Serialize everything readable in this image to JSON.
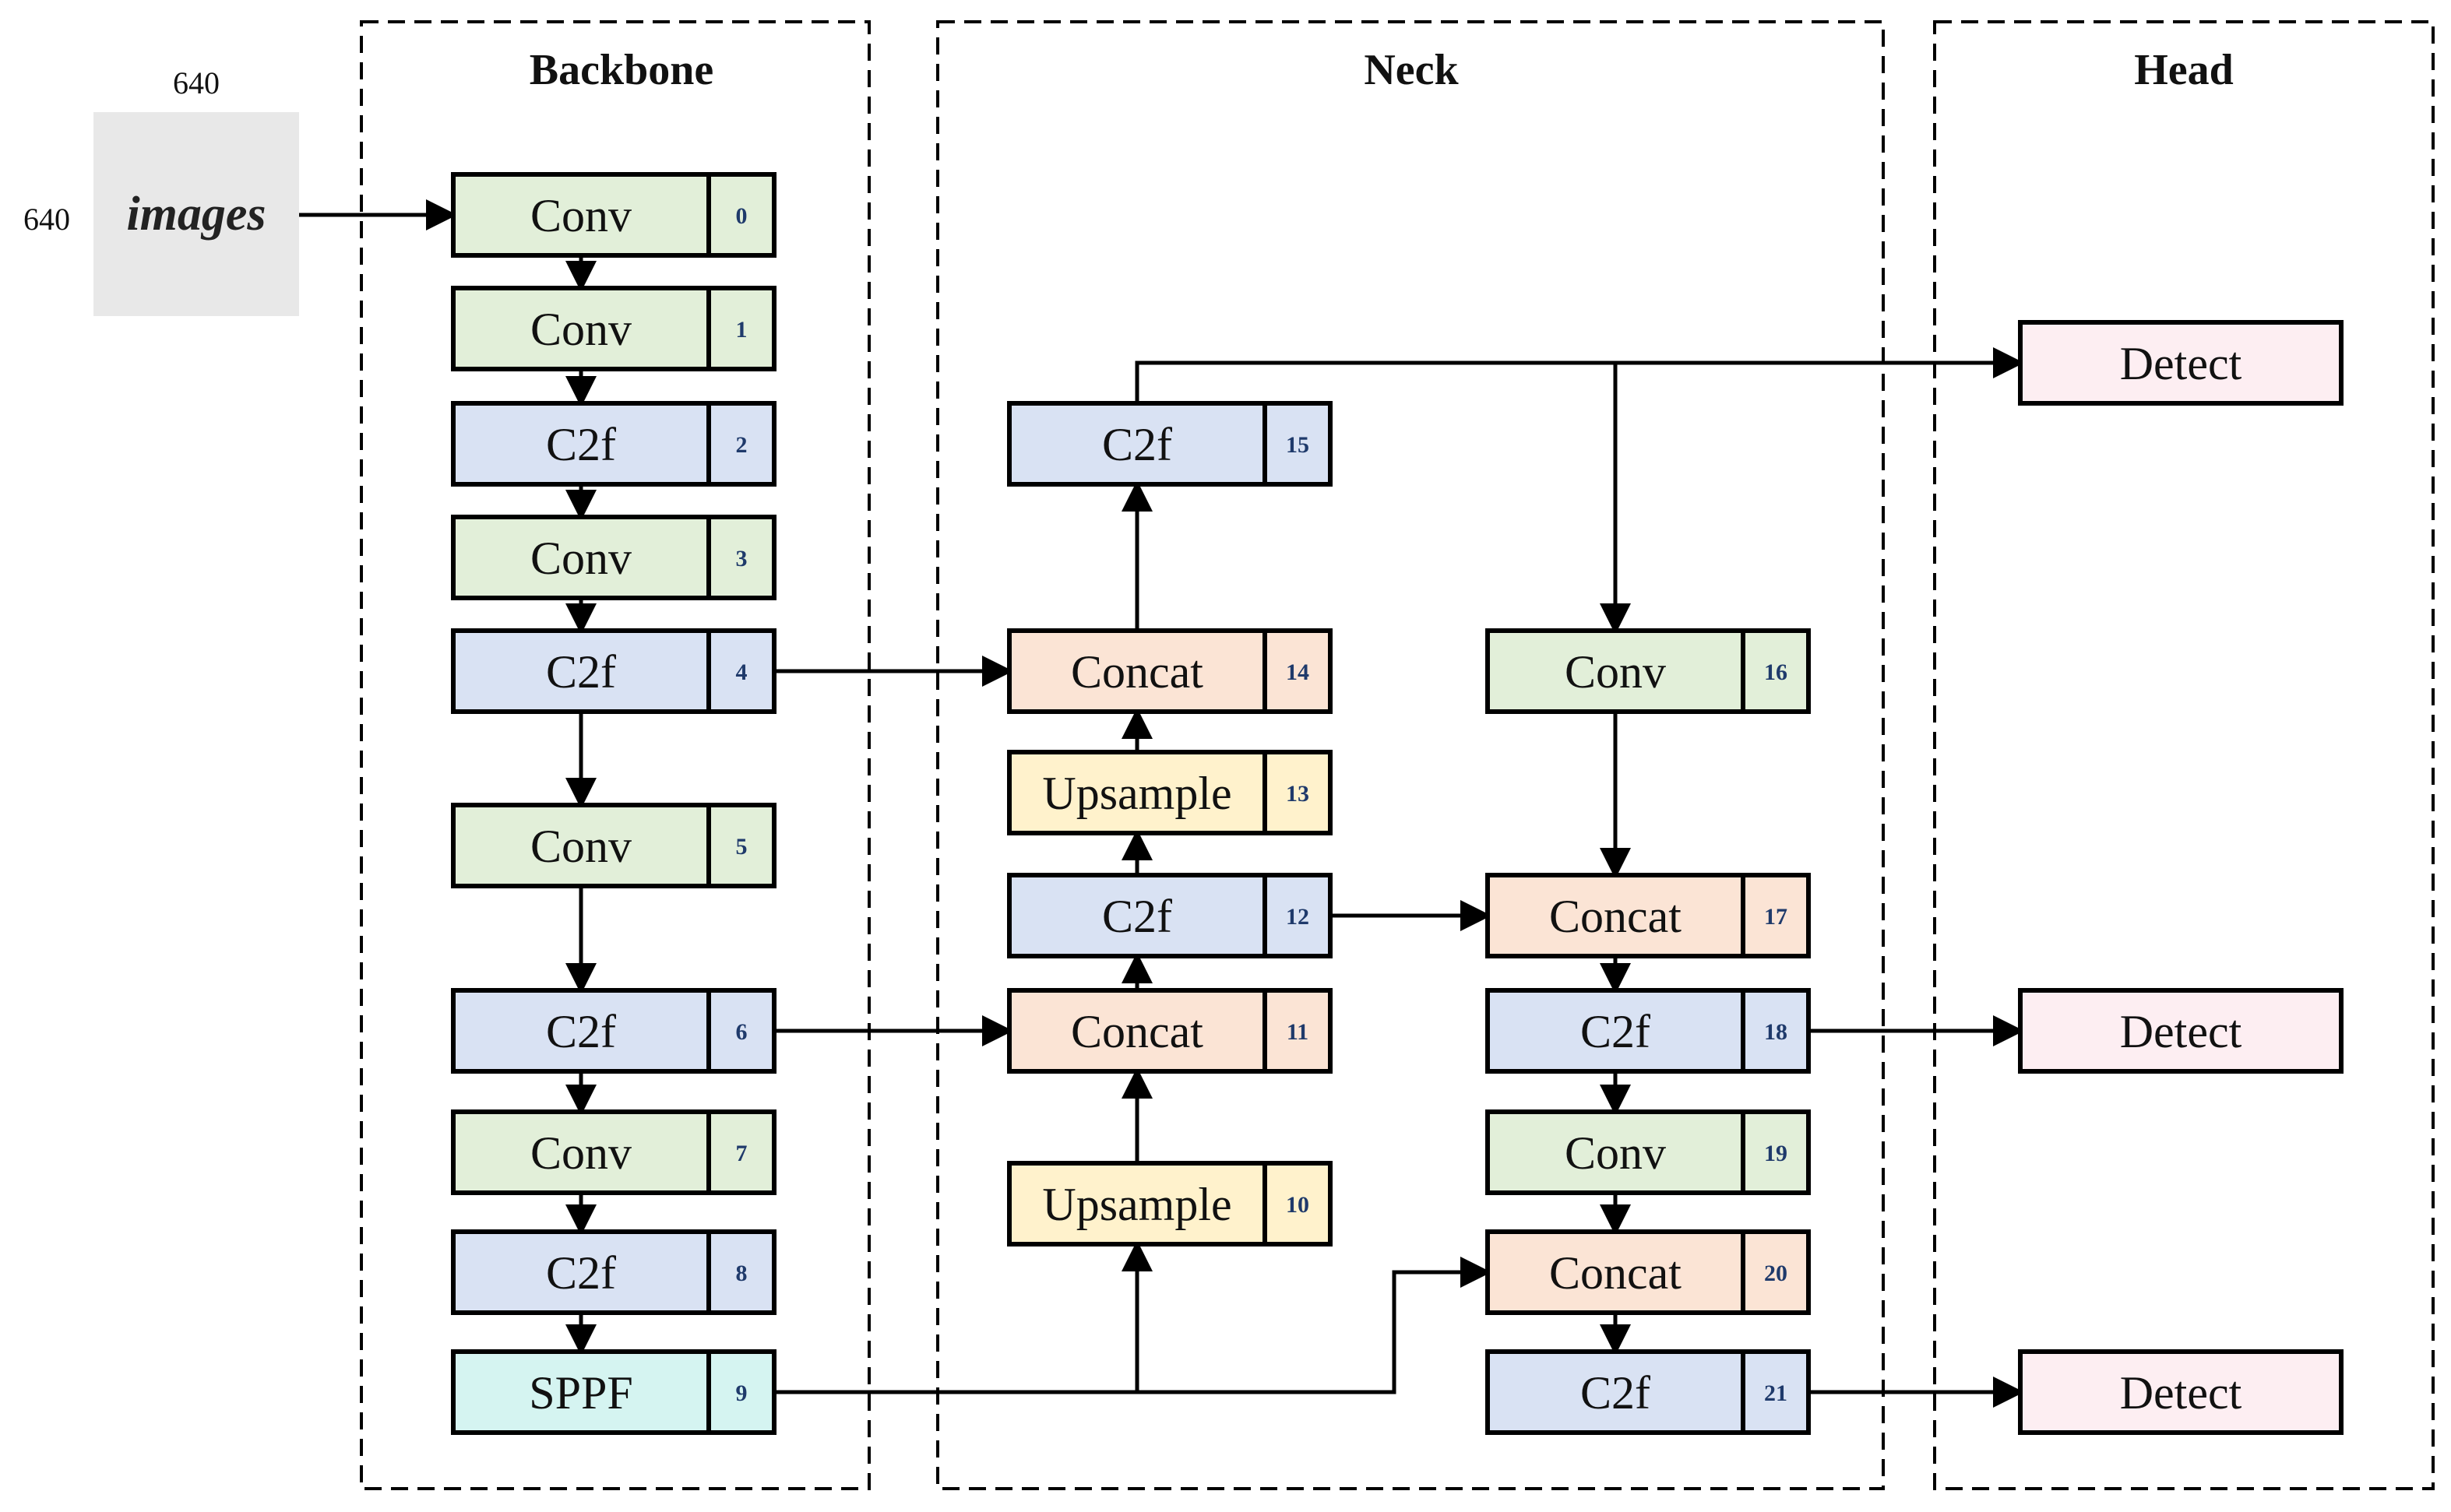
{
  "sections": {
    "backbone": "Backbone",
    "neck": "Neck",
    "head": "Head"
  },
  "input": {
    "label": "images",
    "width": "640",
    "height": "640"
  },
  "colors": {
    "conv": "#e2efd9",
    "c2f": "#d9e2f3",
    "concat": "#fbe4d5",
    "upsample": "#fff2cc",
    "sppf": "#d5f4f1",
    "detect": "#fdeef2",
    "input_bg": "#e8e8e8",
    "stroke": "#000000",
    "index_text": "#1f3a6b"
  },
  "blocks": [
    {
      "id": "b0",
      "label": "Conv",
      "index": "0",
      "type": "conv"
    },
    {
      "id": "b1",
      "label": "Conv",
      "index": "1",
      "type": "conv"
    },
    {
      "id": "b2",
      "label": "C2f",
      "index": "2",
      "type": "c2f"
    },
    {
      "id": "b3",
      "label": "Conv",
      "index": "3",
      "type": "conv"
    },
    {
      "id": "b4",
      "label": "C2f",
      "index": "4",
      "type": "c2f"
    },
    {
      "id": "b5",
      "label": "Conv",
      "index": "5",
      "type": "conv"
    },
    {
      "id": "b6",
      "label": "C2f",
      "index": "6",
      "type": "c2f"
    },
    {
      "id": "b7",
      "label": "Conv",
      "index": "7",
      "type": "conv"
    },
    {
      "id": "b8",
      "label": "C2f",
      "index": "8",
      "type": "c2f"
    },
    {
      "id": "b9",
      "label": "SPPF",
      "index": "9",
      "type": "sppf"
    },
    {
      "id": "b10",
      "label": "Upsample",
      "index": "10",
      "type": "upsample"
    },
    {
      "id": "b11",
      "label": "Concat",
      "index": "11",
      "type": "concat"
    },
    {
      "id": "b12",
      "label": "C2f",
      "index": "12",
      "type": "c2f"
    },
    {
      "id": "b13",
      "label": "Upsample",
      "index": "13",
      "type": "upsample"
    },
    {
      "id": "b14",
      "label": "Concat",
      "index": "14",
      "type": "concat"
    },
    {
      "id": "b15",
      "label": "C2f",
      "index": "15",
      "type": "c2f"
    },
    {
      "id": "b16",
      "label": "Conv",
      "index": "16",
      "type": "conv"
    },
    {
      "id": "b17",
      "label": "Concat",
      "index": "17",
      "type": "concat"
    },
    {
      "id": "b18",
      "label": "C2f",
      "index": "18",
      "type": "c2f"
    },
    {
      "id": "b19",
      "label": "Conv",
      "index": "19",
      "type": "conv"
    },
    {
      "id": "b20",
      "label": "Concat",
      "index": "20",
      "type": "concat"
    },
    {
      "id": "b21",
      "label": "C2f",
      "index": "21",
      "type": "c2f"
    }
  ],
  "detect": [
    {
      "id": "d1",
      "label": "Detect"
    },
    {
      "id": "d2",
      "label": "Detect"
    },
    {
      "id": "d3",
      "label": "Detect"
    }
  ],
  "edges": [
    [
      "input",
      "b0"
    ],
    [
      "b0",
      "b1"
    ],
    [
      "b1",
      "b2"
    ],
    [
      "b2",
      "b3"
    ],
    [
      "b3",
      "b4"
    ],
    [
      "b4",
      "b5"
    ],
    [
      "b5",
      "b6"
    ],
    [
      "b6",
      "b7"
    ],
    [
      "b7",
      "b8"
    ],
    [
      "b8",
      "b9"
    ],
    [
      "b9",
      "b10"
    ],
    [
      "b10",
      "b11"
    ],
    [
      "b6",
      "b11"
    ],
    [
      "b11",
      "b12"
    ],
    [
      "b12",
      "b13"
    ],
    [
      "b13",
      "b14"
    ],
    [
      "b4",
      "b14"
    ],
    [
      "b14",
      "b15"
    ],
    [
      "b15",
      "d1"
    ],
    [
      "b15",
      "b16"
    ],
    [
      "b16",
      "b17"
    ],
    [
      "b12",
      "b17"
    ],
    [
      "b17",
      "b18"
    ],
    [
      "b18",
      "d2"
    ],
    [
      "b18",
      "b19"
    ],
    [
      "b19",
      "b20"
    ],
    [
      "b9",
      "b20"
    ],
    [
      "b20",
      "b21"
    ],
    [
      "b21",
      "d3"
    ]
  ]
}
